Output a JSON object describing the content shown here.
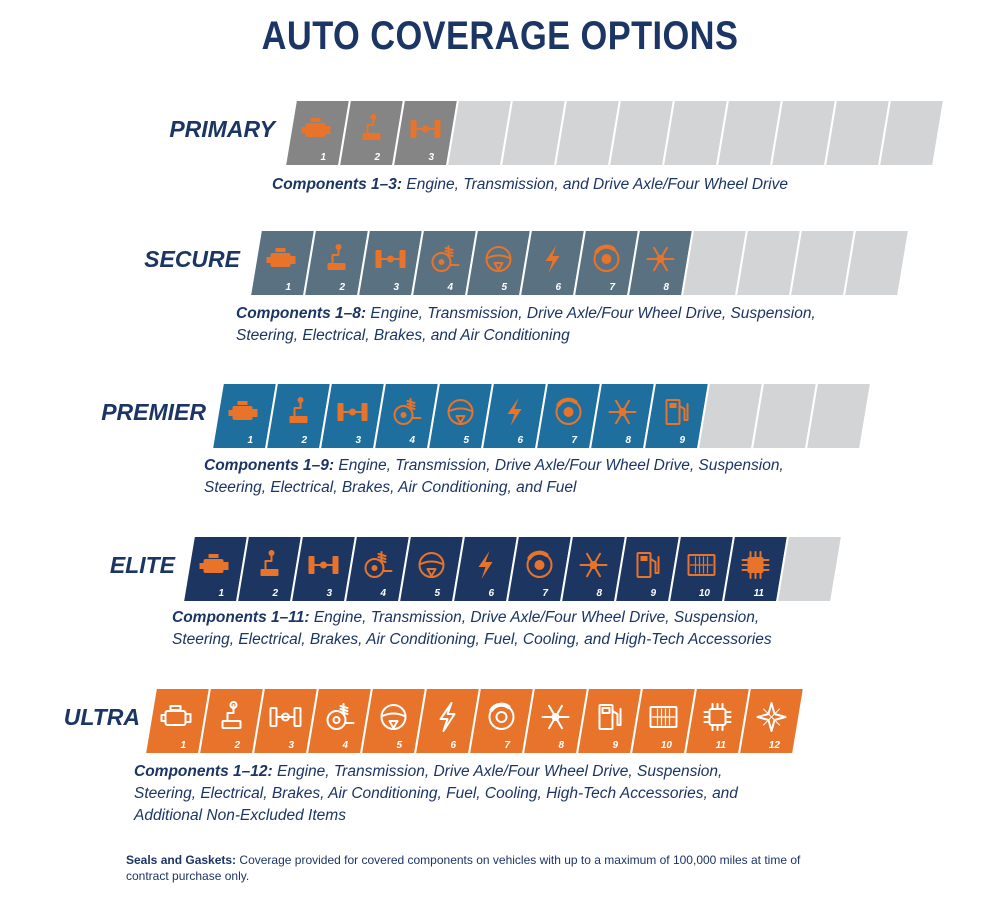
{
  "title": "AUTO COVERAGE OPTIONS",
  "colors": {
    "primary": "#858585",
    "secure": "#5a7181",
    "premier": "#1f6f9e",
    "elite": "#1d3661",
    "ultra": "#e8732a",
    "empty": "#d3d4d6",
    "accent": "#e8732a",
    "navy": "#1b3564"
  },
  "icons": [
    "engine-icon",
    "transmission-icon",
    "drive-axle-icon",
    "suspension-icon",
    "steering-wheel-icon",
    "electrical-icon",
    "brakes-icon",
    "air-conditioning-icon",
    "fuel-icon",
    "cooling-icon",
    "high-tech-icon",
    "non-excluded-items-icon"
  ],
  "tiers": [
    {
      "name": "PRIMARY",
      "covered": 3,
      "numbers": [
        "1",
        "2",
        "3"
      ],
      "components_label": "Components 1–3:",
      "components_lines": [
        "Engine, Transmission, and Drive Axle/Four Wheel Drive"
      ]
    },
    {
      "name": "SECURE",
      "covered": 8,
      "numbers": [
        "1",
        "2",
        "3",
        "4",
        "5",
        "6",
        "7",
        "8"
      ],
      "components_label": "Components 1–8:",
      "components_lines": [
        "Engine, Transmission, Drive Axle/Four Wheel Drive, Suspension,",
        "Steering, Electrical, Brakes, and Air Conditioning"
      ]
    },
    {
      "name": "PREMIER",
      "covered": 9,
      "numbers": [
        "1",
        "2",
        "3",
        "4",
        "5",
        "6",
        "7",
        "8",
        "9"
      ],
      "components_label": "Components 1–9:",
      "components_lines": [
        "Engine, Transmission, Drive Axle/Four Wheel Drive, Suspension,",
        "Steering, Electrical, Brakes, Air Conditioning, and Fuel"
      ]
    },
    {
      "name": "ELITE",
      "covered": 11,
      "numbers": [
        "1",
        "2",
        "3",
        "4",
        "5",
        "6",
        "7",
        "8",
        "9",
        "10",
        "11"
      ],
      "components_label": "Components 1–11:",
      "components_lines": [
        "Engine, Transmission, Drive Axle/Four Wheel Drive, Suspension,",
        "Steering, Electrical, Brakes, Air Conditioning, Fuel, Cooling, and High-Tech Accessories"
      ]
    },
    {
      "name": "ULTRA",
      "covered": 12,
      "numbers": [
        "1",
        "2",
        "3",
        "4",
        "5",
        "6",
        "7",
        "8",
        "9",
        "10",
        "11",
        "12"
      ],
      "components_label": "Components 1–12:",
      "components_lines": [
        "Engine, Transmission, Drive Axle/Four Wheel Drive, Suspension,",
        "Steering, Electrical, Brakes, Air Conditioning, Fuel, Cooling, High-Tech Accessories, and",
        "Additional Non-Excluded Items"
      ]
    }
  ],
  "note": {
    "label": "Seals and Gaskets:",
    "text": "Coverage provided for covered components on vehicles with up to a maximum of 100,000 miles at time of contract purchase only."
  }
}
